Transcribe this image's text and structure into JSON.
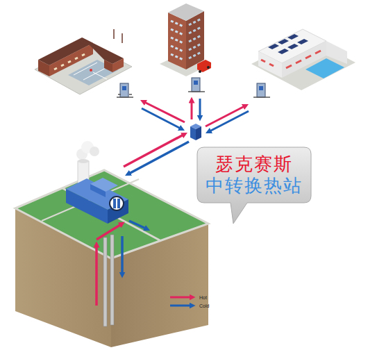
{
  "diagram": {
    "nodes": [
      {
        "text": [
          "瑟克赛斯",
          "中转换热站"
        ]
      }
    ],
    "legend": [
      {
        "text": "Hot"
      },
      {
        "text": "Cold"
      }
    ]
  }
}
